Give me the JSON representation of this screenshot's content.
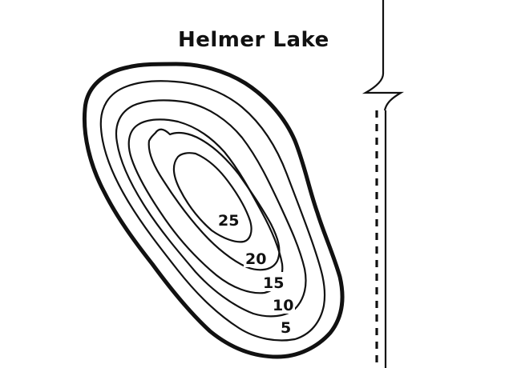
{
  "map": {
    "title": "Helmer Lake",
    "depth_units": "",
    "contours": [
      {
        "depth": "25"
      },
      {
        "depth": "20"
      },
      {
        "depth": "15"
      },
      {
        "depth": "10"
      },
      {
        "depth": "5"
      }
    ],
    "colors": {
      "ink": "#111111",
      "background": "#ffffff"
    }
  }
}
